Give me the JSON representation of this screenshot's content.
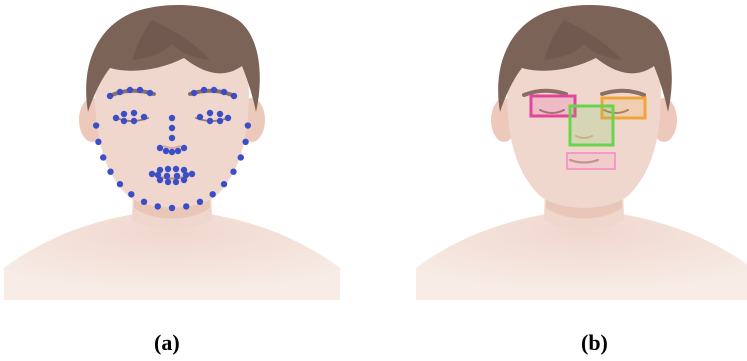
{
  "panels": [
    {
      "id": "a",
      "caption": "(a)",
      "overlay": "landmark-points"
    },
    {
      "id": "b",
      "caption": "(b)",
      "overlay": "region-boxes"
    }
  ],
  "colors": {
    "skin": "#f0d7cd",
    "skin_shade": "#e7c3b4",
    "neck_shade": "#e4c0b1",
    "hair": "#7b6358",
    "hair_dark": "#6a5349",
    "brow": "#8b6e64",
    "feature_line": "#9a7a72",
    "landmark": "#3b4ec8"
  },
  "regions": [
    {
      "name": "left-eye-region",
      "color": "#e2459b"
    },
    {
      "name": "right-eye-region",
      "color": "#f0a53a"
    },
    {
      "name": "nose-region",
      "color": "#66d44c"
    },
    {
      "name": "mouth-region",
      "color": "#f49ac4"
    }
  ]
}
